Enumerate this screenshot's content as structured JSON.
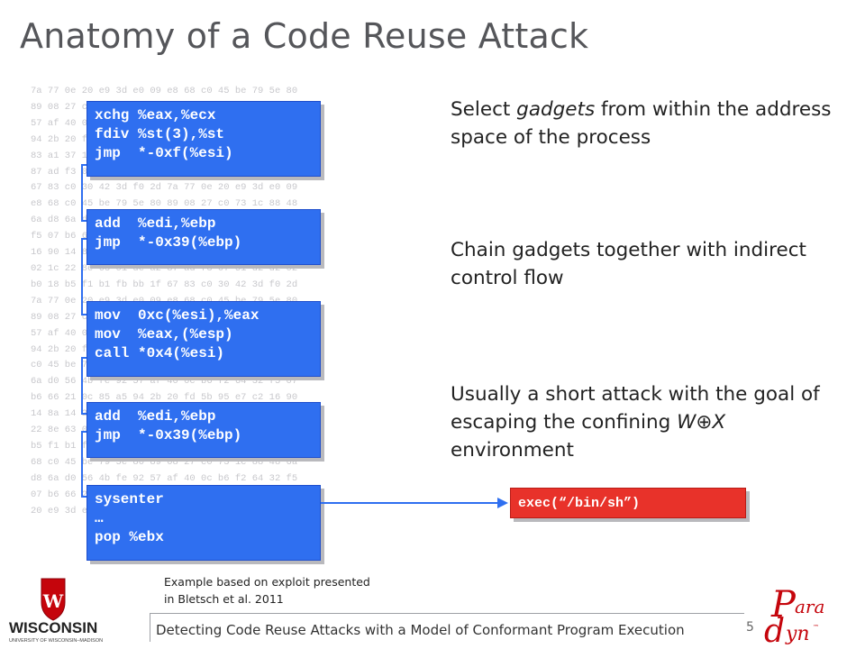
{
  "slide": {
    "title": "Anatomy of a Code Reuse Attack",
    "page_number": "5",
    "footer": "Detecting Code Reuse Attacks with a Model of Conformant Program Execution",
    "caption_line1": "Example based on exploit presented",
    "caption_line2": "in Bletsch et al. 2011"
  },
  "hex_dump": [
    "7a 77 0e 20 e9 3d e0 09 e8 68 c0 45 be 79 5e 80",
    "89 08 27 c0 73 1c 88 48 6a d8 6a d0 56 4b fe 92",
    "57 af 40 0c b6 f2 64 32 f5 07 b6 66 21 0c 85 a5",
    "94 2b 20 fd 5b 95 e7 c2 16 90 14 8a 14 26 60 d9",
    "83 a1 37 1b 2f b9 51 84 02 1c 22 8e 63 01 de a2",
    "87 ad f3 07 51 d2 d2 02 b0 18 b5 f1 b1 fb bb 1f",
    "67 83 c0 30 42 3d f0 2d 7a 77 0e 20 e9 3d e0 09",
    "e8 68 c0 45 be 79 5e 80 89 08 27 c0 73 1c 88 48",
    "6a d8 6a d0 56 4b fe 92 57 af 40 0c b6 f2 64 32",
    "f5 07 b6 66 21 0c 85 a5 94 2b 20 fd 5b 95 e7 c2",
    "16 90 14 8a 14 26 60 d9 83 a1 37 1b 2f b9 51 84",
    "02 1c 22 8e 63 01 de a2 87 ad f3 07 51 d2 d2 02",
    "b0 18 b5 f1 b1 fb bb 1f 67 83 c0 30 42 3d f0 2d",
    "7a 77 0e 20 e9 3d e0 09 e8 68 c0 45 be 79 5e 80",
    "89 08 27 c0 73 1c 88 48 6a d8 6a d0 56 4b fe 92",
    "57 af 40 0c b6 f2 64 32 f5 07 b6 66 21 0c 85 a5",
    "94 2b 20 fd 5b 95 7a 77 0e 20 e9 3d e0 09 e8 68",
    "c0 45 be 79 5e 80 89 08 27 c0 73 1c 88 48 6a d8",
    "6a d0 56 4b fe 92 57 af 40 0c b6 f2 64 32 f5 07",
    "b6 66 21 0c 85 a5 94 2b 20 fd 5b 95 e7 c2 16 90",
    "14 8a 14 26 60 d9 83 a1 37 1b 2f b9 51 84 02 1c",
    "22 8e 63 01 de a2 87 ad f3 07 51 d2 d2 02 b0 18",
    "b5 f1 b1 fb bb 1f 67 83 c0 30 42 3d f0 2d 09 e8",
    "68 c0 45 be 79 5e 80 89 08 27 c0 73 1c 88 48 6a",
    "d8 6a d0 56 4b fe 92 57 af 40 0c b6 f2 64 32 f5",
    "07 b6 66 21 0c 85 a5 94 2b 20 fd 5b 95 7a 77 0e",
    "20 e9 3d e0 09 e8 68 c0 45 be 79 5e 80 89 08 27"
  ],
  "gadgets": [
    {
      "lines": [
        "xchg %eax,%ecx",
        "fdiv %st(3),%st",
        "jmp  *-0xf(%esi)"
      ]
    },
    {
      "lines": [
        "add  %edi,%ebp",
        "jmp  *-0x39(%ebp)"
      ]
    },
    {
      "lines": [
        "mov  0xc(%esi),%eax",
        "mov  %eax,(%esp)",
        "call *0x4(%esi)"
      ]
    },
    {
      "lines": [
        "add  %edi,%ebp",
        "jmp  *-0x39(%ebp)"
      ]
    },
    {
      "lines": [
        "sysenter",
        "…",
        "pop %ebx"
      ]
    }
  ],
  "exec_box": "exec(“/bin/sh”)",
  "bullets": [
    {
      "a": "Select ",
      "em": "gadgets",
      "b": " from within the address space of the process"
    },
    {
      "a": "Chain gadgets together with indirect control flow",
      "em": "",
      "b": ""
    },
    {
      "a": "Usually a short attack with the goal of escaping the confining ",
      "em": "W",
      "oplus": "⊕",
      "em2": "X",
      "b": " environment"
    }
  ],
  "logos": {
    "uw_name": "WISCONSIN",
    "uw_sub": "UNIVERSITY OF WISCONSIN–MADISON",
    "uw_crest_letter": "W",
    "paradyn_p": "P",
    "paradyn_ara": "ara",
    "paradyn_d": "d",
    "paradyn_yn": "yn",
    "paradyn_tm": "™"
  },
  "colors": {
    "gadget_blue": "#2f6ff0",
    "exec_red": "#e8322a",
    "title_gray": "#55565a",
    "uw_red": "#c5050c"
  }
}
